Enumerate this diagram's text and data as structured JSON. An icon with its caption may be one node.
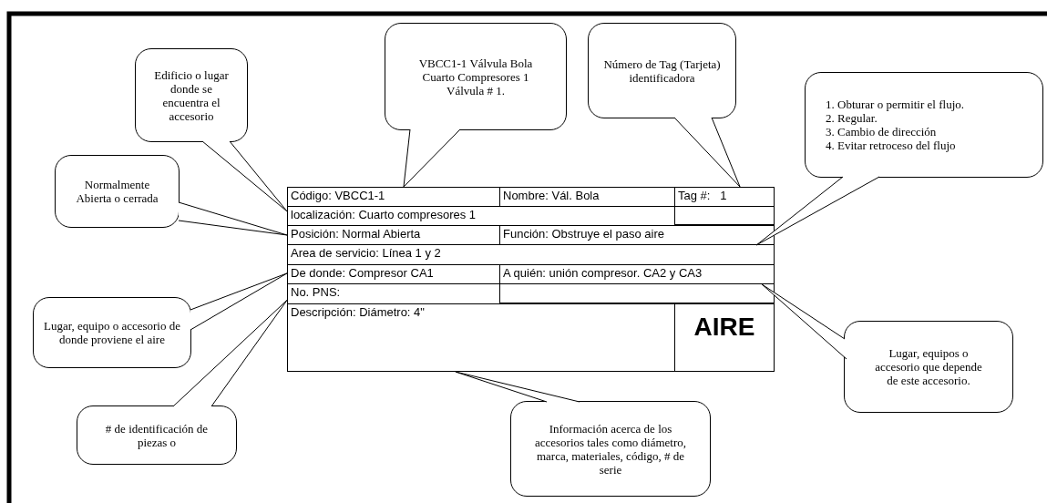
{
  "diagram": {
    "nodes": [
      {
        "text": [
          "VBCC1-1 Válvula Bola Cuarto  Compresores 1 Válvula # 1."
        ]
      },
      {
        "text": [
          "Número de Tag (Tarjeta) identificadora"
        ]
      },
      {
        "text": [
          "Edificio o lugar donde se encuentra el accesorio"
        ]
      },
      {
        "text": [
          "1. Obturar o permitir el flujo.",
          "2. Regular.",
          "3. Cambio de dirección",
          "4. Evitar retroceso del flujo"
        ]
      },
      {
        "text": [
          "Normalmente Abierta o cerrada"
        ]
      },
      {
        "text": [
          "Lugar, equipo o accesorio de donde proviene el aire"
        ]
      },
      {
        "text": [
          "Lugar, equipos o accesorio que depende de este accesorio."
        ]
      },
      {
        "text": [
          "# de identificación de piezas o"
        ]
      },
      {
        "text": [
          "Información acerca de los accesorios tales como diámetro, marca, materiales, código, # de serie"
        ]
      },
      {
        "text": [
          "Código: VBCC1-1"
        ]
      },
      {
        "text": [
          "Nombre: Vál. Bola"
        ]
      },
      {
        "text": [
          "Tag #:   1"
        ]
      },
      {
        "text": [
          "localización: Cuarto compresores 1"
        ]
      },
      {
        "text": [
          "Posición: Normal Abierta"
        ]
      },
      {
        "text": [
          "Función: Obstruye el paso aire"
        ]
      },
      {
        "text": [
          "Area de servicio: Línea 1 y 2"
        ]
      },
      {
        "text": [
          "De donde: Compresor CA1"
        ]
      },
      {
        "text": [
          "A quién: unión compresor. CA2 y CA3"
        ]
      },
      {
        "text": [
          "No. PNS:"
        ]
      },
      {
        "text": [
          "Descripción: Diámetro: 4\""
        ]
      },
      {
        "text": [
          "AIRE"
        ]
      }
    ],
    "edges": [
      {
        "from": 0,
        "to": 9,
        "arrow": "none"
      },
      {
        "from": 1,
        "to": 11,
        "arrow": "none"
      },
      {
        "from": 2,
        "to": 12,
        "arrow": "none"
      },
      {
        "from": 3,
        "to": 14,
        "arrow": "none"
      },
      {
        "from": 4,
        "to": 13,
        "arrow": "none"
      },
      {
        "from": 5,
        "to": 16,
        "arrow": "none"
      },
      {
        "from": 6,
        "to": 17,
        "arrow": "none"
      },
      {
        "from": 7,
        "to": 18,
        "arrow": "none"
      },
      {
        "from": 8,
        "to": 19,
        "arrow": "none"
      }
    ]
  }
}
